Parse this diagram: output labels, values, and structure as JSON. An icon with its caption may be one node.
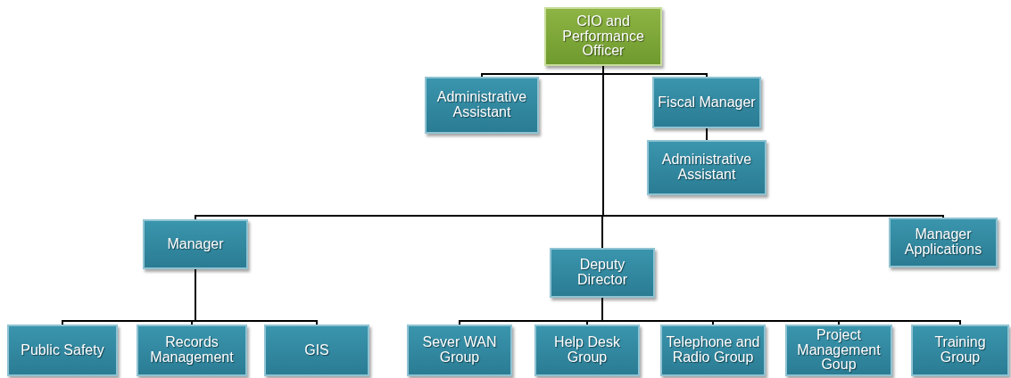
{
  "diagram": {
    "nodes": [
      {
        "text": [
          "CIO and Performance Officer"
        ]
      },
      {
        "text": [
          "Administrative Assistant"
        ]
      },
      {
        "text": [
          "Fiscal Manager"
        ]
      },
      {
        "text": [
          "Administrative Assistant"
        ]
      },
      {
        "text": [
          "Manager"
        ]
      },
      {
        "text": [
          "Deputy Director"
        ]
      },
      {
        "text": [
          "Manager Applications"
        ]
      },
      {
        "text": [
          "Public Safety"
        ]
      },
      {
        "text": [
          "Records Management"
        ]
      },
      {
        "text": [
          "GIS"
        ]
      },
      {
        "text": [
          "Sever WAN Group"
        ]
      },
      {
        "text": [
          "Help Desk Group"
        ]
      },
      {
        "text": [
          "Telephone and Radio Group"
        ]
      },
      {
        "text": [
          "Project Management Goup"
        ]
      },
      {
        "text": [
          "Training Group"
        ]
      }
    ],
    "edges": [
      {
        "from": 0,
        "to": 1,
        "arrow": "none"
      },
      {
        "from": 0,
        "to": 2,
        "arrow": "none"
      },
      {
        "from": 2,
        "to": 3,
        "arrow": "none"
      },
      {
        "from": 0,
        "to": 4,
        "arrow": "none"
      },
      {
        "from": 0,
        "to": 5,
        "arrow": "none"
      },
      {
        "from": 0,
        "to": 6,
        "arrow": "none"
      },
      {
        "from": 4,
        "to": 7,
        "arrow": "none"
      },
      {
        "from": 4,
        "to": 8,
        "arrow": "none"
      },
      {
        "from": 4,
        "to": 9,
        "arrow": "none"
      },
      {
        "from": 5,
        "to": 10,
        "arrow": "none"
      },
      {
        "from": 5,
        "to": 11,
        "arrow": "none"
      },
      {
        "from": 5,
        "to": 12,
        "arrow": "none"
      },
      {
        "from": 5,
        "to": 13,
        "arrow": "none"
      },
      {
        "from": 5,
        "to": 14,
        "arrow": "none"
      }
    ]
  }
}
